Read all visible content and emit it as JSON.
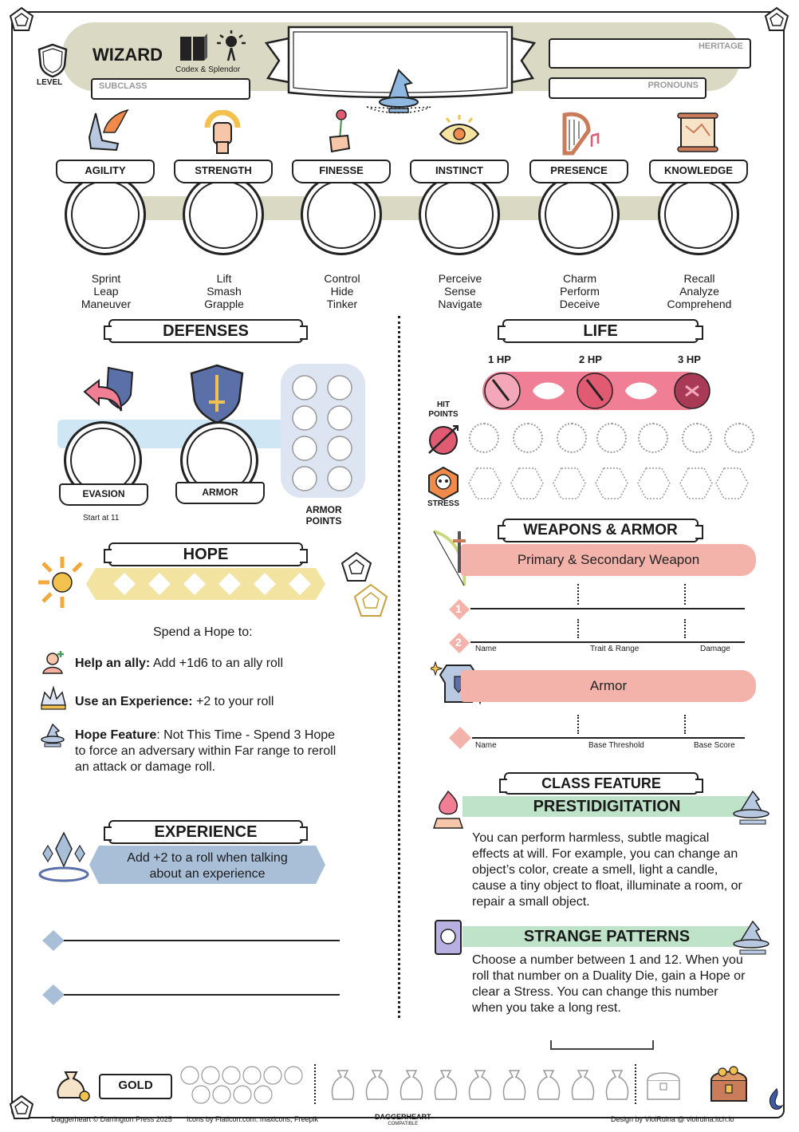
{
  "header": {
    "class_name": "WIZARD",
    "domains": "Codex & Splendor",
    "level_label": "LEVEL",
    "subclass_label": "SUBCLASS",
    "heritage_label": "HERITAGE",
    "pronouns_label": "PRONOUNS"
  },
  "traits": [
    {
      "name": "AGILITY",
      "actions": [
        "Sprint",
        "Leap",
        "Maneuver"
      ]
    },
    {
      "name": "STRENGTH",
      "actions": [
        "Lift",
        "Smash",
        "Grapple"
      ]
    },
    {
      "name": "FINESSE",
      "actions": [
        "Control",
        "Hide",
        "Tinker"
      ]
    },
    {
      "name": "INSTINCT",
      "actions": [
        "Perceive",
        "Sense",
        "Navigate"
      ]
    },
    {
      "name": "PRESENCE",
      "actions": [
        "Charm",
        "Perform",
        "Deceive"
      ]
    },
    {
      "name": "KNOWLEDGE",
      "actions": [
        "Recall",
        "Analyze",
        "Comprehend"
      ]
    }
  ],
  "defenses": {
    "title": "DEFENSES",
    "evasion_label": "EVASION",
    "armor_label": "ARMOR",
    "evasion_note": "Start at 11",
    "armor_points_label": "ARMOR POINTS"
  },
  "life": {
    "title": "LIFE",
    "hp_1": "1 HP",
    "hp_2": "2 HP",
    "hp_3": "3 HP",
    "hit_points_label": "HIT POINTS",
    "stress_label": "STRESS"
  },
  "hope": {
    "title": "HOPE",
    "spend_intro": "Spend a Hope to:",
    "items": [
      {
        "bold": "Help an ally:",
        "text": " Add +1d6 to an ally roll"
      },
      {
        "bold": "Use an Experience:",
        "text": " +2 to your roll"
      },
      {
        "bold": "Hope Feature",
        "text": ": Not This Time - Spend 3 Hope to force an adversary within Far range to reroll an attack or damage roll."
      }
    ]
  },
  "experience": {
    "title": "EXPERIENCE",
    "subtitle": "Add +2 to a roll when talking about an experience"
  },
  "weapons": {
    "title": "WEAPONS & ARMOR",
    "primary_label": "Primary & Secondary Weapon",
    "slot_1": "1",
    "slot_2": "2",
    "col_name": "Name",
    "col_trait": "Trait & Range",
    "col_damage": "Damage",
    "armor_label": "Armor",
    "armor_col_name": "Name",
    "armor_col_threshold": "Base Threshold",
    "armor_col_score": "Base Score"
  },
  "class_feature": {
    "title": "CLASS FEATURE",
    "features": [
      {
        "name": "PRESTIDIGITATION",
        "text": "You can perform harmless, subtle magical effects at will. For example, you can change an object’s color, create a smell, light a candle, cause a tiny object to float, illuminate a room, or repair a small object."
      },
      {
        "name": "STRANGE PATTERNS",
        "text": "Choose a number between 1 and 12. When you roll that number on a Duality Die, gain a Hope or clear a Stress. You can change this number when you take a long rest."
      }
    ]
  },
  "gold": {
    "label": "GOLD"
  },
  "footer": {
    "copyright": "Daggerheart © Darrington Press 2025",
    "icons_credit": "Icons by Flaticon.com: maxicons, Freepik",
    "logo": "DAGGERHEART",
    "logo_sub": "COMPATIBLE",
    "design": "Design by ViolRuina @ violruina.itch.io"
  },
  "colors": {
    "band": "#d9d9c4",
    "life_pink": "#f07e94",
    "weapon_pink": "#f4b3aa",
    "feature_green": "#bfe3c9",
    "defense_blue": "#cfe6f5",
    "hope_yellow": "#f3e3a0",
    "exp_blue": "#a9bfd8"
  }
}
